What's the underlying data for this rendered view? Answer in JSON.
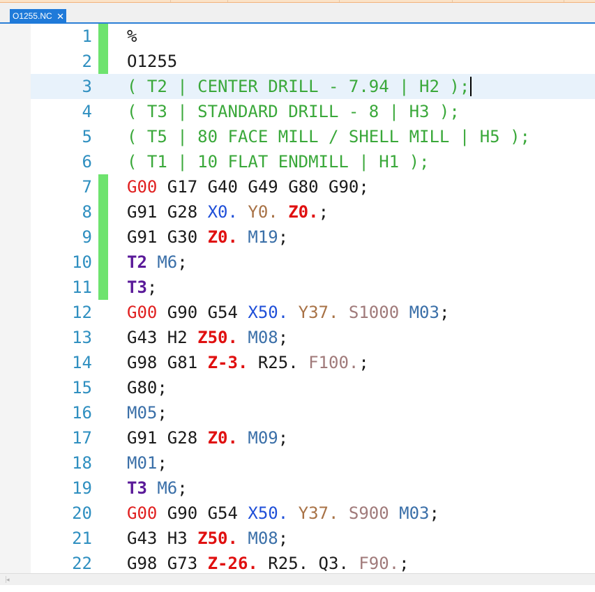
{
  "tab": {
    "title": "O1255.NC",
    "close_glyph": "✕"
  },
  "colors": {
    "accent": "#1f7ad9",
    "comment": "#3aa83a",
    "change_bar": "#6ee36e",
    "line_number": "#2f8fc0"
  },
  "editor": {
    "current_line": 3,
    "changed_lines": [
      1,
      2,
      7,
      8,
      9,
      10,
      11
    ],
    "lines": [
      {
        "num": "1",
        "tokens": [
          {
            "t": "%",
            "k": "pct"
          }
        ]
      },
      {
        "num": "2",
        "tokens": [
          {
            "t": "O1255",
            "k": "o"
          }
        ]
      },
      {
        "num": "3",
        "tokens": [
          {
            "t": "( T2 | CENTER DRILL - 7.94 | H2 );",
            "k": "comment"
          }
        ]
      },
      {
        "num": "4",
        "tokens": [
          {
            "t": "( T3 | STANDARD DRILL - 8 | H3 );",
            "k": "comment"
          }
        ]
      },
      {
        "num": "5",
        "tokens": [
          {
            "t": "( T5 | 80 FACE MILL / SHELL MILL | H5 );",
            "k": "comment"
          }
        ]
      },
      {
        "num": "6",
        "tokens": [
          {
            "t": "( T1 | 10 FLAT ENDMILL | H1 );",
            "k": "comment"
          }
        ]
      },
      {
        "num": "7",
        "tokens": [
          {
            "t": "G00",
            "k": "g0"
          },
          {
            "t": " G17 G40 G49 G80 G90;",
            "k": "g"
          }
        ]
      },
      {
        "num": "8",
        "tokens": [
          {
            "t": "G91 G28 ",
            "k": "g"
          },
          {
            "t": "X0.",
            "k": "x"
          },
          {
            "t": " ",
            "k": "plain"
          },
          {
            "t": "Y0.",
            "k": "y"
          },
          {
            "t": " ",
            "k": "plain"
          },
          {
            "t": "Z0.",
            "k": "z"
          },
          {
            "t": ";",
            "k": "plain"
          }
        ]
      },
      {
        "num": "9",
        "tokens": [
          {
            "t": "G91 G30 ",
            "k": "g"
          },
          {
            "t": "Z0.",
            "k": "z"
          },
          {
            "t": " ",
            "k": "plain"
          },
          {
            "t": "M19",
            "k": "m"
          },
          {
            "t": ";",
            "k": "plain"
          }
        ]
      },
      {
        "num": "10",
        "tokens": [
          {
            "t": "T2",
            "k": "t"
          },
          {
            "t": " ",
            "k": "plain"
          },
          {
            "t": "M6",
            "k": "m"
          },
          {
            "t": ";",
            "k": "plain"
          }
        ]
      },
      {
        "num": "11",
        "tokens": [
          {
            "t": "T3",
            "k": "t"
          },
          {
            "t": ";",
            "k": "plain"
          }
        ]
      },
      {
        "num": "12",
        "tokens": [
          {
            "t": "G00",
            "k": "g0"
          },
          {
            "t": " G90 G54 ",
            "k": "g"
          },
          {
            "t": "X50.",
            "k": "x"
          },
          {
            "t": " ",
            "k": "plain"
          },
          {
            "t": "Y37.",
            "k": "y"
          },
          {
            "t": " ",
            "k": "plain"
          },
          {
            "t": "S1000",
            "k": "s"
          },
          {
            "t": " ",
            "k": "plain"
          },
          {
            "t": "M03",
            "k": "m"
          },
          {
            "t": ";",
            "k": "plain"
          }
        ]
      },
      {
        "num": "13",
        "tokens": [
          {
            "t": "G43 H2 ",
            "k": "g"
          },
          {
            "t": "Z50.",
            "k": "z"
          },
          {
            "t": " ",
            "k": "plain"
          },
          {
            "t": "M08",
            "k": "m"
          },
          {
            "t": ";",
            "k": "plain"
          }
        ]
      },
      {
        "num": "14",
        "tokens": [
          {
            "t": "G98 G81 ",
            "k": "g"
          },
          {
            "t": "Z-3.",
            "k": "z"
          },
          {
            "t": " R25. ",
            "k": "r"
          },
          {
            "t": "F100.",
            "k": "f"
          },
          {
            "t": ";",
            "k": "plain"
          }
        ]
      },
      {
        "num": "15",
        "tokens": [
          {
            "t": "G80;",
            "k": "g"
          }
        ]
      },
      {
        "num": "16",
        "tokens": [
          {
            "t": "M05",
            "k": "m"
          },
          {
            "t": ";",
            "k": "plain"
          }
        ]
      },
      {
        "num": "17",
        "tokens": [
          {
            "t": "G91 G28 ",
            "k": "g"
          },
          {
            "t": "Z0.",
            "k": "z"
          },
          {
            "t": " ",
            "k": "plain"
          },
          {
            "t": "M09",
            "k": "m"
          },
          {
            "t": ";",
            "k": "plain"
          }
        ]
      },
      {
        "num": "18",
        "tokens": [
          {
            "t": "M01",
            "k": "m"
          },
          {
            "t": ";",
            "k": "plain"
          }
        ]
      },
      {
        "num": "19",
        "tokens": [
          {
            "t": "T3",
            "k": "t"
          },
          {
            "t": " ",
            "k": "plain"
          },
          {
            "t": "M6",
            "k": "m"
          },
          {
            "t": ";",
            "k": "plain"
          }
        ]
      },
      {
        "num": "20",
        "tokens": [
          {
            "t": "G00",
            "k": "g0"
          },
          {
            "t": " G90 G54 ",
            "k": "g"
          },
          {
            "t": "X50.",
            "k": "x"
          },
          {
            "t": " ",
            "k": "plain"
          },
          {
            "t": "Y37.",
            "k": "y"
          },
          {
            "t": " ",
            "k": "plain"
          },
          {
            "t": "S900",
            "k": "s"
          },
          {
            "t": " ",
            "k": "plain"
          },
          {
            "t": "M03",
            "k": "m"
          },
          {
            "t": ";",
            "k": "plain"
          }
        ]
      },
      {
        "num": "21",
        "tokens": [
          {
            "t": "G43 H3 ",
            "k": "g"
          },
          {
            "t": "Z50.",
            "k": "z"
          },
          {
            "t": " ",
            "k": "plain"
          },
          {
            "t": "M08",
            "k": "m"
          },
          {
            "t": ";",
            "k": "plain"
          }
        ]
      },
      {
        "num": "22",
        "tokens": [
          {
            "t": "G98 G73 ",
            "k": "g"
          },
          {
            "t": "Z-26.",
            "k": "z"
          },
          {
            "t": " R25. Q3. ",
            "k": "r"
          },
          {
            "t": "F90.",
            "k": "f"
          },
          {
            "t": ";",
            "k": "plain"
          }
        ]
      }
    ]
  },
  "scrollbar": {
    "left_arrow": "◂"
  }
}
